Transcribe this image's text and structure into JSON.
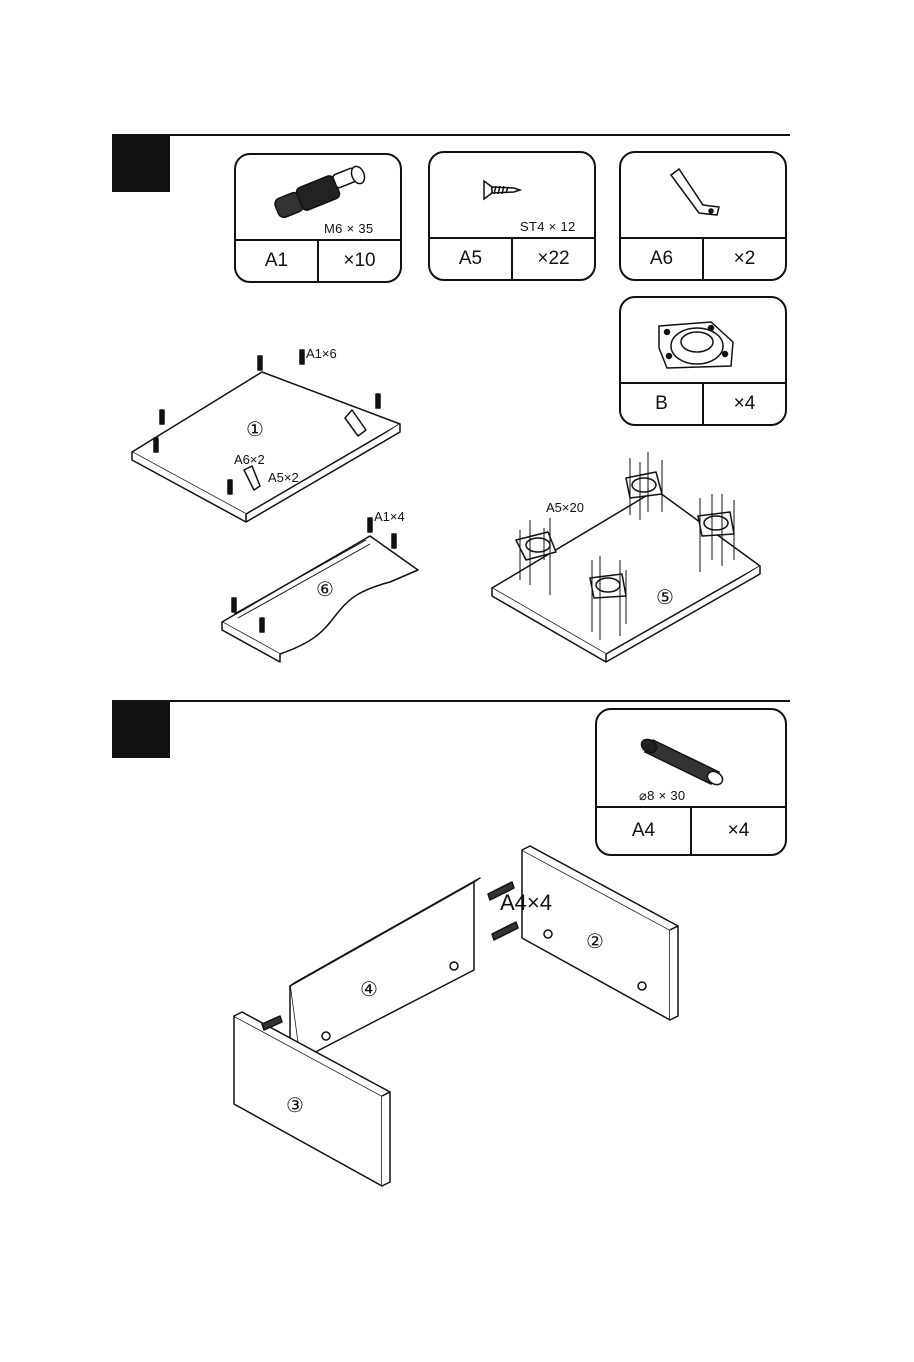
{
  "step1": {
    "hardware": [
      {
        "id": "A1",
        "qty": "×10",
        "spec": "M6 × 35",
        "icon": "cam-bolt-icon"
      },
      {
        "id": "A5",
        "qty": "×22",
        "spec": "ST4 × 12",
        "icon": "screw-icon"
      },
      {
        "id": "A6",
        "qty": "×2",
        "spec": "",
        "icon": "bracket-icon"
      },
      {
        "id": "B",
        "qty": "×4",
        "spec": "",
        "icon": "leg-plate-icon"
      }
    ],
    "callouts": {
      "a1_6": "A1×6",
      "a6_2": "A6×2",
      "a5_2": "A5×2",
      "a1_4": "A1×4",
      "a5_20": "A5×20"
    },
    "parts": {
      "panel1": "①",
      "panel6": "⑥",
      "panel5": "⑤"
    }
  },
  "step2": {
    "hardware": [
      {
        "id": "A4",
        "qty": "×4",
        "spec": "⌀8 × 30",
        "icon": "dowel-icon"
      }
    ],
    "callouts": {
      "a4_4": "A4×4"
    },
    "parts": {
      "panel2": "②",
      "panel3": "③",
      "panel4": "④"
    }
  }
}
